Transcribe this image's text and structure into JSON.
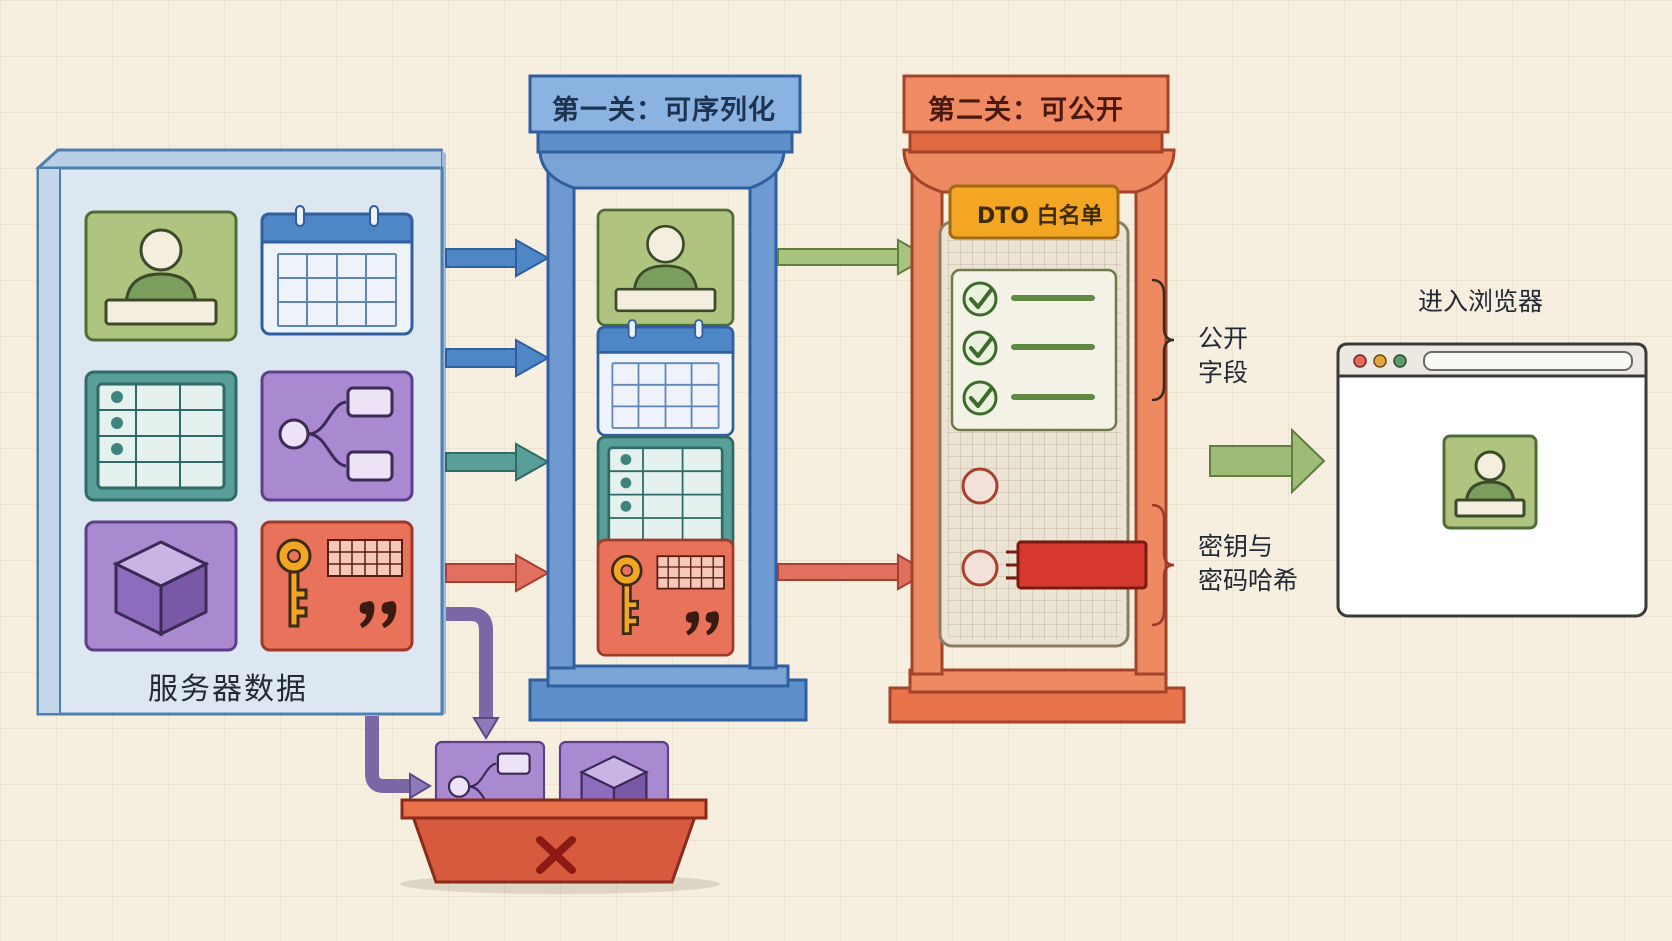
{
  "server": {
    "title": "服务器数据"
  },
  "gate1": {
    "title": "第一关：可序列化"
  },
  "gate2": {
    "title": "第二关：可公开",
    "whitelist_label": "DTO 白名单"
  },
  "labels": {
    "public_fields": [
      "公开",
      "字段"
    ],
    "secrets": [
      "密钥与",
      "密码哈希"
    ],
    "browser": "进入浏览器"
  },
  "colors": {
    "blue": "#4f86c6",
    "orange": "#e8734a",
    "green": "#a9c47f",
    "teal": "#5a9e9a",
    "purple": "#a98ad1",
    "red": "#e07060",
    "reject": "#b83a2a"
  },
  "icons": {
    "user_card": "user-profile-icon",
    "calendar": "calendar-icon",
    "table": "table-icon",
    "graph": "graph-nodes-icon",
    "cube": "cube-icon",
    "secret": "key-password-icon",
    "reject": "x-mark-icon",
    "check": "check-circle-icon"
  }
}
